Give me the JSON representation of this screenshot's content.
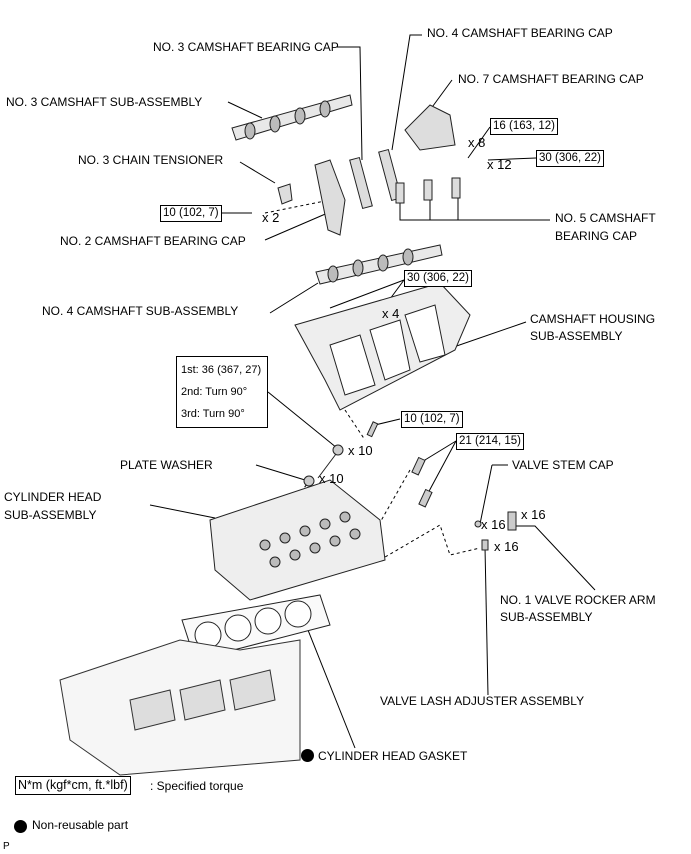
{
  "labels": {
    "no3_bearing_cap": "NO. 3 CAMSHAFT BEARING CAP",
    "no4_bearing_cap": "NO. 4 CAMSHAFT BEARING CAP",
    "no7_bearing_cap": "NO. 7 CAMSHAFT BEARING CAP",
    "no3_camshaft": "NO. 3 CAMSHAFT SUB-ASSEMBLY",
    "no3_chain_tensioner": "NO. 3 CHAIN TENSIONER",
    "no2_bearing_cap": "NO. 2 CAMSHAFT BEARING CAP",
    "no5_bearing_cap_1": "NO. 5 CAMSHAFT",
    "no5_bearing_cap_2": "BEARING CAP",
    "no4_camshaft": "NO. 4 CAMSHAFT SUB-ASSEMBLY",
    "camshaft_housing_1": "CAMSHAFT HOUSING",
    "camshaft_housing_2": "SUB-ASSEMBLY",
    "plate_washer": "PLATE WASHER",
    "valve_stem_cap": "VALVE STEM CAP",
    "cylinder_head_1": "CYLINDER HEAD",
    "cylinder_head_2": "SUB-ASSEMBLY",
    "rocker_arm_1": "NO. 1 VALVE ROCKER ARM",
    "rocker_arm_2": "SUB-ASSEMBLY",
    "lash_adjuster": "VALVE LASH ADJUSTER ASSEMBLY",
    "head_gasket": "CYLINDER HEAD GASKET"
  },
  "torques": {
    "t16": "16 (163, 12)",
    "t30a": "30 (306, 22)",
    "t10a": "10 (102, 7)",
    "t30b": "30 (306, 22)",
    "t10b": "10 (102, 7)",
    "t21": "21 (214, 15)",
    "head_bolt": [
      "1st: 36 (367, 27)",
      "2nd: Turn 90°",
      "3rd: Turn 90°"
    ]
  },
  "quantities": {
    "q8": "x 8",
    "q12": "x 12",
    "q2": "x 2",
    "q4": "x 4",
    "q10a": "x 10",
    "q10b": "x 10",
    "q16a": "x 16",
    "q16b": "x 16",
    "q16c": "x 16"
  },
  "legend": {
    "torque_unit": "N*m (kgf*cm, ft.*lbf)",
    "torque_desc": ": Specified torque",
    "non_reusable": "Non-reusable part"
  },
  "footer_code": "P"
}
